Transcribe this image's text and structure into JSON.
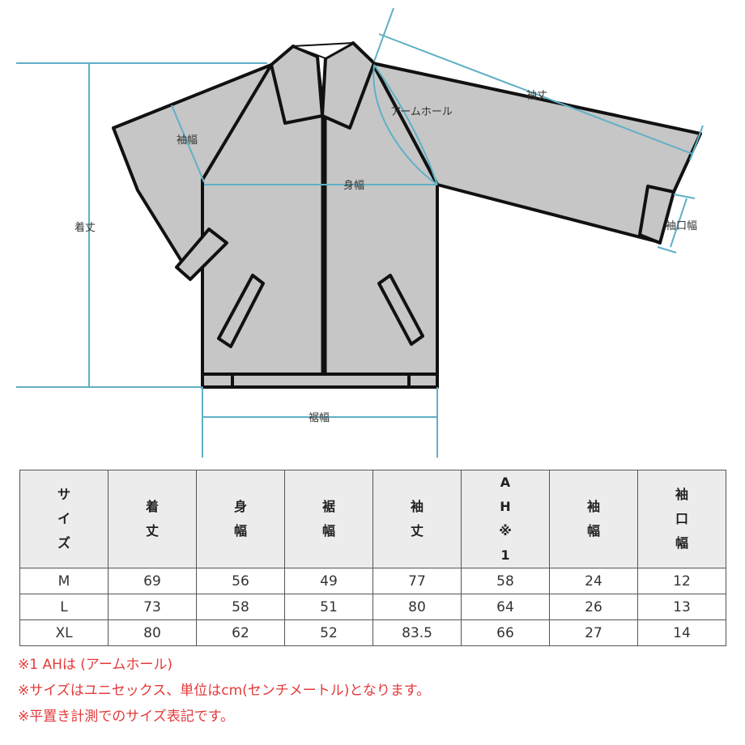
{
  "diagram": {
    "labels": {
      "sleeve_length": "袖丈",
      "armhole": "アームホール",
      "sleeve_width": "袖幅",
      "body_width": "身幅",
      "length": "着丈",
      "cuff_width": "袖口幅",
      "hem_width": "裾幅"
    },
    "colors": {
      "garment_fill": "#c6c6c6",
      "outline": "#111111",
      "dimension_line": "#5fb0c6"
    }
  },
  "table": {
    "headers": [
      "サイズ",
      "着丈",
      "身幅",
      "裾幅",
      "袖丈",
      "AH※1",
      "袖幅",
      "袖口幅"
    ],
    "rows": [
      [
        "M",
        "69",
        "56",
        "49",
        "77",
        "58",
        "24",
        "12"
      ],
      [
        "L",
        "73",
        "58",
        "51",
        "80",
        "64",
        "26",
        "13"
      ],
      [
        "XL",
        "80",
        "62",
        "52",
        "83.5",
        "66",
        "27",
        "14"
      ]
    ],
    "header_bg": "#ececec"
  },
  "notes": [
    "※1 AHは (アームホール)",
    "※サイズはユニセックス、単位はcm(センチメートル)となります。",
    "※平置き計測でのサイズ表記です。"
  ],
  "note_color": "#e33a3a"
}
